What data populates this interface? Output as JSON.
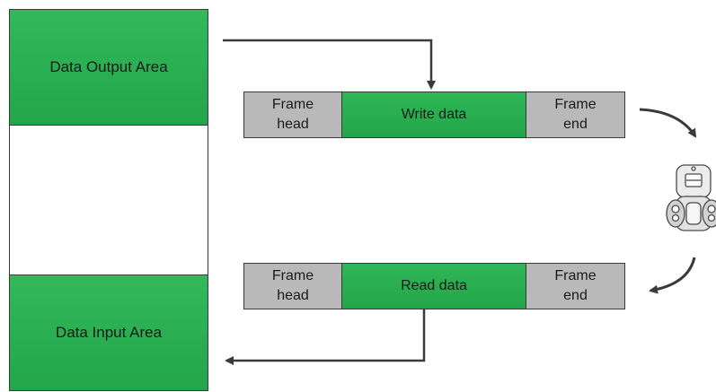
{
  "memory": {
    "output_area": "Data Output Area",
    "input_area": "Data Input Area"
  },
  "write_frame": {
    "head_line1": "Frame",
    "head_line2": "head",
    "data": "Write data",
    "end_line1": "Frame",
    "end_line2": "end"
  },
  "read_frame": {
    "head_line1": "Frame",
    "head_line2": "head",
    "data": "Read data",
    "end_line1": "Frame",
    "end_line2": "end"
  },
  "colors": {
    "green": "#27ad4f",
    "gray": "#b9b9b9",
    "arrow": "#3a3a3a"
  },
  "icons": {
    "device": "robot-icon"
  }
}
